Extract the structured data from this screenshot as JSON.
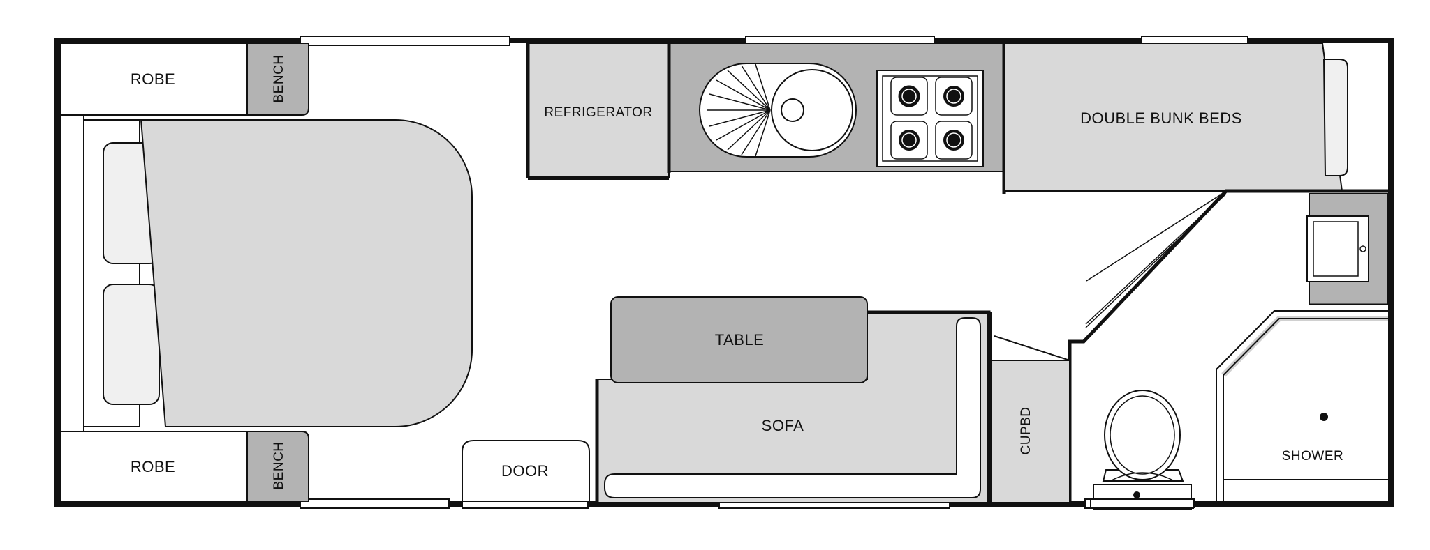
{
  "labels": {
    "robe_top": "ROBE",
    "robe_bottom": "ROBE",
    "bench_top": "BENCH",
    "bench_bottom": "BENCH",
    "refrigerator": "REFRIGERATOR",
    "double_bunk_beds": "DOUBLE BUNK BEDS",
    "table": "TABLE",
    "sofa": "SOFA",
    "door": "DOOR",
    "cupbd": "CUPBD",
    "shower": "SHOWER"
  },
  "colors": {
    "wall": "#111111",
    "furniture_light": "#d9d9d9",
    "furniture_dark": "#b3b3b3",
    "bench_dark": "#b3b3b3",
    "cushion": "#f0f0f0",
    "floor": "#ffffff"
  }
}
